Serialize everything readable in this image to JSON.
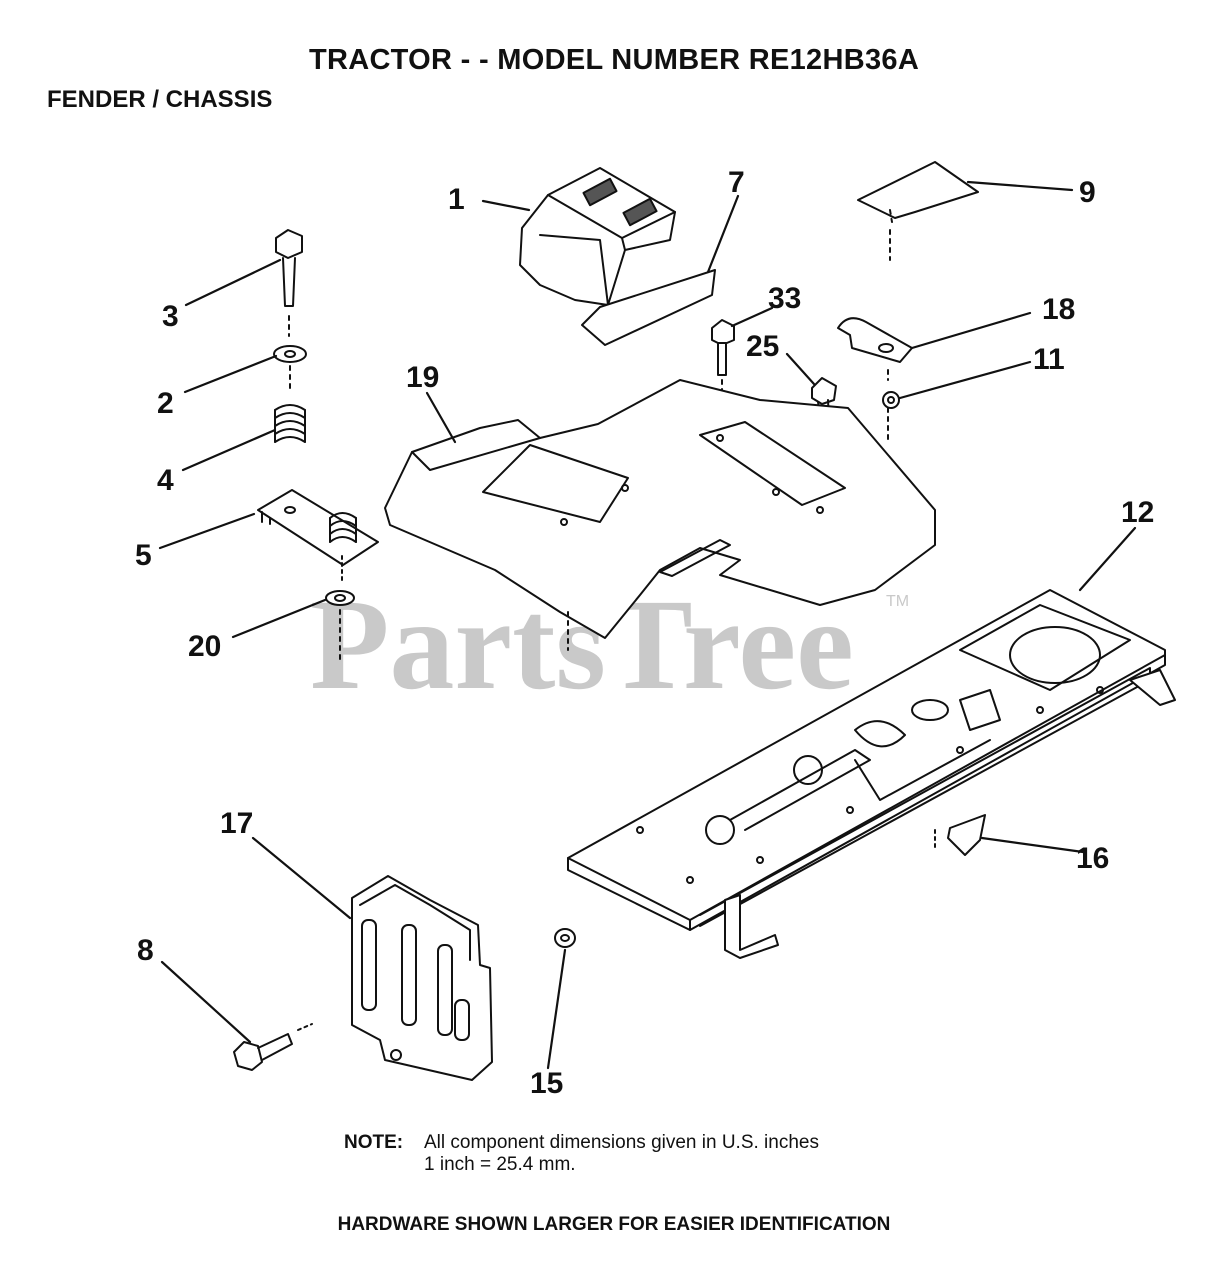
{
  "header": {
    "title": "TRACTOR - - MODEL NUMBER RE12HB36A",
    "subtitle": "FENDER / CHASSIS"
  },
  "callouts": [
    "1",
    "7",
    "9",
    "3",
    "33",
    "18",
    "2",
    "25",
    "11",
    "19",
    "4",
    "12",
    "5",
    "20",
    "16",
    "17",
    "8",
    "15"
  ],
  "watermark": {
    "text": "PartsTree",
    "mark": "TM"
  },
  "note": {
    "label": "NOTE:",
    "line1": "All component dimensions given in U.S. inches",
    "line2": "1 inch = 25.4 mm."
  },
  "footer": "HARDWARE SHOWN LARGER FOR EASIER IDENTIFICATION"
}
